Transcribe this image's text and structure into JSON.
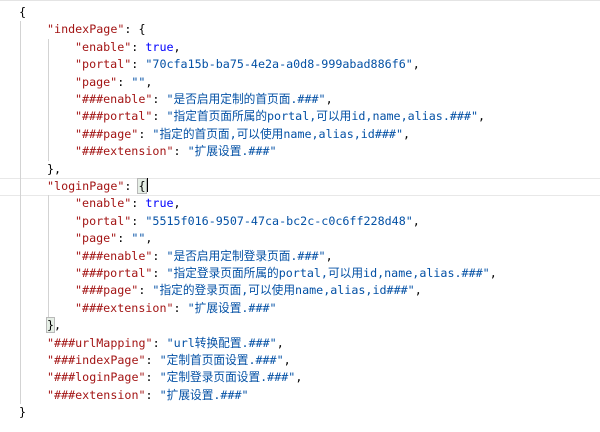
{
  "editor": {
    "colors": {
      "key": "#a31515",
      "string": "#0451a5",
      "boolean": "#0000ff",
      "punct": "#000000"
    },
    "lines": [
      {
        "indent": 0,
        "t": [
          [
            "p",
            "{"
          ]
        ]
      },
      {
        "indent": 1,
        "t": [
          [
            "k",
            "\"indexPage\""
          ],
          [
            "p",
            ": {"
          ]
        ]
      },
      {
        "indent": 2,
        "t": [
          [
            "k",
            "\"enable\""
          ],
          [
            "p",
            ": "
          ],
          [
            "b",
            "true"
          ],
          [
            "p",
            ","
          ]
        ]
      },
      {
        "indent": 2,
        "t": [
          [
            "k",
            "\"portal\""
          ],
          [
            "p",
            ": "
          ],
          [
            "s",
            "\"70cfa15b-ba75-4e2a-a0d8-999abad886f6\""
          ],
          [
            "p",
            ","
          ]
        ]
      },
      {
        "indent": 2,
        "t": [
          [
            "k",
            "\"page\""
          ],
          [
            "p",
            ": "
          ],
          [
            "s",
            "\"\""
          ],
          [
            "p",
            ","
          ]
        ]
      },
      {
        "indent": 2,
        "t": [
          [
            "k",
            "\"###enable\""
          ],
          [
            "p",
            ": "
          ],
          [
            "s",
            "\"是否启用定制的首页面.###\""
          ],
          [
            "p",
            ","
          ]
        ]
      },
      {
        "indent": 2,
        "t": [
          [
            "k",
            "\"###portal\""
          ],
          [
            "p",
            ": "
          ],
          [
            "s",
            "\"指定首页面所属的portal,可以用id,name,alias.###\""
          ],
          [
            "p",
            ","
          ]
        ]
      },
      {
        "indent": 2,
        "t": [
          [
            "k",
            "\"###page\""
          ],
          [
            "p",
            ": "
          ],
          [
            "s",
            "\"指定的首页面,可以使用name,alias,id###\""
          ],
          [
            "p",
            ","
          ]
        ]
      },
      {
        "indent": 2,
        "t": [
          [
            "k",
            "\"###extension\""
          ],
          [
            "p",
            ": "
          ],
          [
            "s",
            "\"扩展设置.###\""
          ]
        ]
      },
      {
        "indent": 1,
        "t": [
          [
            "p",
            "},"
          ]
        ]
      },
      {
        "indent": 1,
        "current": true,
        "t": [
          [
            "k",
            "\"loginPage\""
          ],
          [
            "p",
            ": "
          ],
          [
            "bm",
            "{"
          ]
        ]
      },
      {
        "indent": 2,
        "t": [
          [
            "k",
            "\"enable\""
          ],
          [
            "p",
            ": "
          ],
          [
            "b",
            "true"
          ],
          [
            "p",
            ","
          ]
        ]
      },
      {
        "indent": 2,
        "t": [
          [
            "k",
            "\"portal\""
          ],
          [
            "p",
            ": "
          ],
          [
            "s",
            "\"5515f016-9507-47ca-bc2c-c0c6ff228d48\""
          ],
          [
            "p",
            ","
          ]
        ]
      },
      {
        "indent": 2,
        "t": [
          [
            "k",
            "\"page\""
          ],
          [
            "p",
            ": "
          ],
          [
            "s",
            "\"\""
          ],
          [
            "p",
            ","
          ]
        ]
      },
      {
        "indent": 2,
        "t": [
          [
            "k",
            "\"###enable\""
          ],
          [
            "p",
            ": "
          ],
          [
            "s",
            "\"是否启用定制登录页面.###\""
          ],
          [
            "p",
            ","
          ]
        ]
      },
      {
        "indent": 2,
        "t": [
          [
            "k",
            "\"###portal\""
          ],
          [
            "p",
            ": "
          ],
          [
            "s",
            "\"指定登录页面所属的portal,可以用id,name,alias.###\""
          ],
          [
            "p",
            ","
          ]
        ]
      },
      {
        "indent": 2,
        "t": [
          [
            "k",
            "\"###page\""
          ],
          [
            "p",
            ": "
          ],
          [
            "s",
            "\"指定的登录页面,可以使用name,alias,id###\""
          ],
          [
            "p",
            ","
          ]
        ]
      },
      {
        "indent": 2,
        "t": [
          [
            "k",
            "\"###extension\""
          ],
          [
            "p",
            ": "
          ],
          [
            "s",
            "\"扩展设置.###\""
          ]
        ]
      },
      {
        "indent": 1,
        "t": [
          [
            "bm",
            "}"
          ],
          [
            "p",
            ","
          ]
        ]
      },
      {
        "indent": 1,
        "t": [
          [
            "k",
            "\"###urlMapping\""
          ],
          [
            "p",
            ": "
          ],
          [
            "s",
            "\"url转换配置.###\""
          ],
          [
            "p",
            ","
          ]
        ]
      },
      {
        "indent": 1,
        "t": [
          [
            "k",
            "\"###indexPage\""
          ],
          [
            "p",
            ": "
          ],
          [
            "s",
            "\"定制首页面设置.###\""
          ],
          [
            "p",
            ","
          ]
        ]
      },
      {
        "indent": 1,
        "t": [
          [
            "k",
            "\"###loginPage\""
          ],
          [
            "p",
            ": "
          ],
          [
            "s",
            "\"定制登录页面设置.###\""
          ],
          [
            "p",
            ","
          ]
        ]
      },
      {
        "indent": 1,
        "t": [
          [
            "k",
            "\"###extension\""
          ],
          [
            "p",
            ": "
          ],
          [
            "s",
            "\"扩展设置.###\""
          ]
        ]
      },
      {
        "indent": 0,
        "t": [
          [
            "p",
            "}"
          ]
        ]
      }
    ]
  }
}
